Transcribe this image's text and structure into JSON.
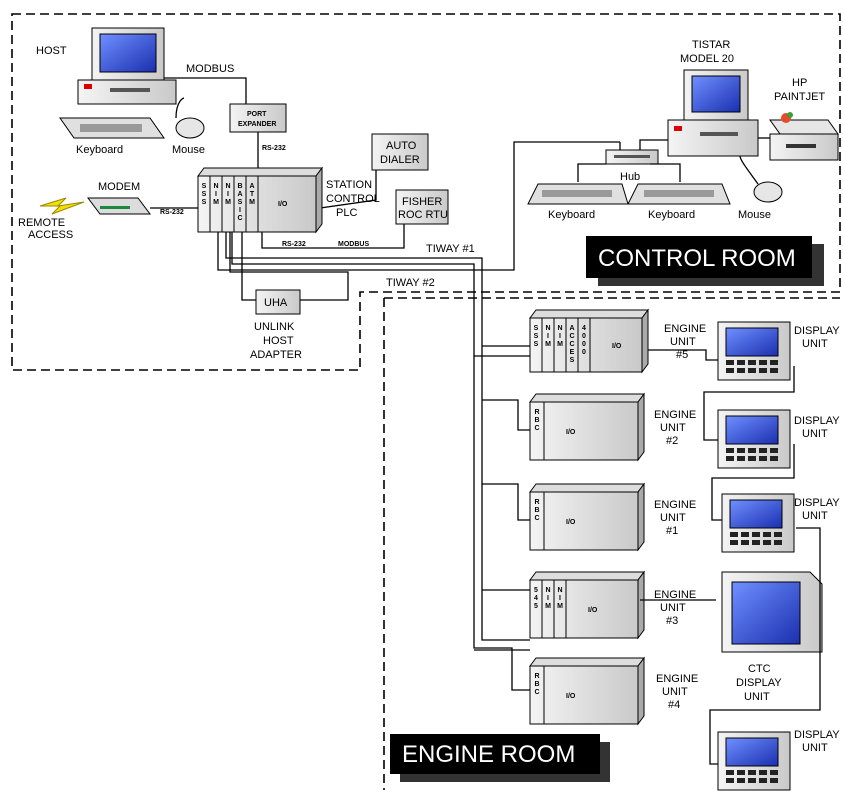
{
  "zones": {
    "control_room": "CONTROL ROOM",
    "engine_room": "ENGINE ROOM"
  },
  "control": {
    "host": "HOST",
    "modbus": "MODBUS",
    "port_expander": [
      "PORT",
      "EXPANDER"
    ],
    "rs232": "RS-232",
    "keyboard": "Keyboard",
    "mouse": "Mouse",
    "auto_dialer": [
      "AUTO",
      "DIALER"
    ],
    "station_control_plc": [
      "STATION",
      "CONTROL",
      "PLC"
    ],
    "fisher": [
      "FISHER",
      "ROC RTU"
    ],
    "modem": "MODEM",
    "remote_access": [
      "REMOTE",
      "ACCESS"
    ],
    "uha": "UHA",
    "unlink_host_adapter": [
      "UNLINK",
      "HOST",
      "ADAPTER"
    ],
    "tiway1": "TIWAY #1",
    "tiway2": "TIWAY #2",
    "tistar": [
      "TISTAR",
      "MODEL 20"
    ],
    "hp_paintjet": [
      "HP",
      "PAINTJET"
    ],
    "hub": "Hub",
    "io": "I/O",
    "plc_slots": [
      "SSS",
      "NIM",
      "NIM",
      "BASIC",
      "ATM"
    ]
  },
  "engine": {
    "units": [
      {
        "label": [
          "ENGINE",
          "UNIT",
          "#5"
        ]
      },
      {
        "label": [
          "ENGINE",
          "UNIT",
          "#2"
        ]
      },
      {
        "label": [
          "ENGINE",
          "UNIT",
          "#1"
        ]
      },
      {
        "label": [
          "ENGINE",
          "UNIT",
          "#3"
        ]
      },
      {
        "label": [
          "ENGINE",
          "UNIT",
          "#4"
        ]
      }
    ],
    "unit5_slots": [
      "SSS",
      "NIM",
      "NIM",
      "ACCES",
      "4000"
    ],
    "unit3_slots": [
      "545",
      "NIM",
      "NIM"
    ],
    "rbc": "RBC",
    "display_unit": [
      "DISPLAY",
      "UNIT"
    ],
    "ctc_display_unit": [
      "CTC",
      "DISPLAY",
      "UNIT"
    ]
  }
}
